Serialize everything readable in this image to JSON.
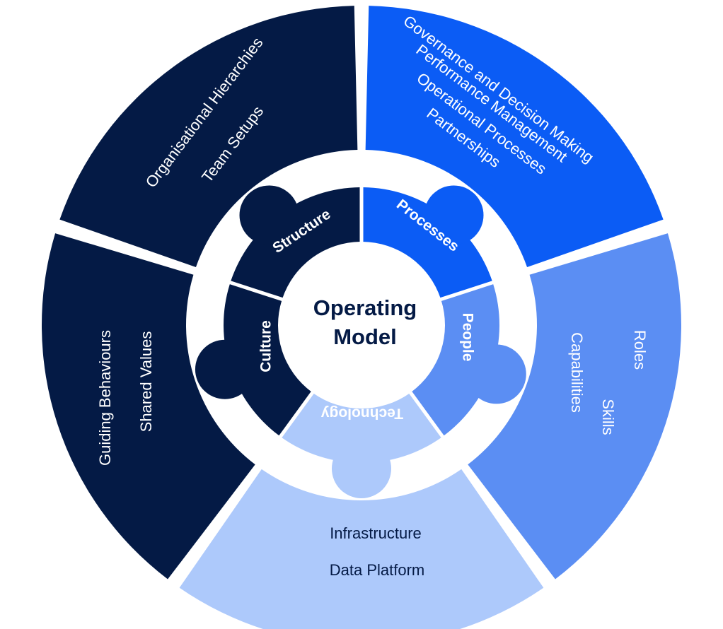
{
  "center": {
    "line1": "Operating",
    "line2": "Model"
  },
  "colors": {
    "navy": "#041A45",
    "bright_blue": "#0B5CF5",
    "mid_blue": "#5B8EF3",
    "light_blue": "#ADC9FB",
    "center_text": "#041A45",
    "white": "#FFFFFF"
  },
  "pillars": [
    {
      "key": "structure",
      "label": "Structure",
      "color_key": "navy",
      "label_color_key": "white",
      "outer_items": [
        "Organisational Hierarchies",
        "Team Setups"
      ]
    },
    {
      "key": "processes",
      "label": "Processes",
      "color_key": "bright_blue",
      "label_color_key": "white",
      "outer_items": [
        "Governance and Decision Making",
        "Performance Management",
        "Operational Processes",
        "Partnerships"
      ]
    },
    {
      "key": "people",
      "label": "People",
      "color_key": "mid_blue",
      "label_color_key": "white",
      "outer_items": [
        "Roles",
        "Skills",
        "Capabilities"
      ]
    },
    {
      "key": "technology",
      "label": "Technology",
      "color_key": "light_blue",
      "label_color_key": "navy",
      "outer_items": [
        "Infrastructure",
        "Data Platform"
      ]
    },
    {
      "key": "culture",
      "label": "Culture",
      "color_key": "navy",
      "label_color_key": "white",
      "outer_items": [
        "Guiding Behaviours",
        "Shared Values"
      ]
    }
  ]
}
